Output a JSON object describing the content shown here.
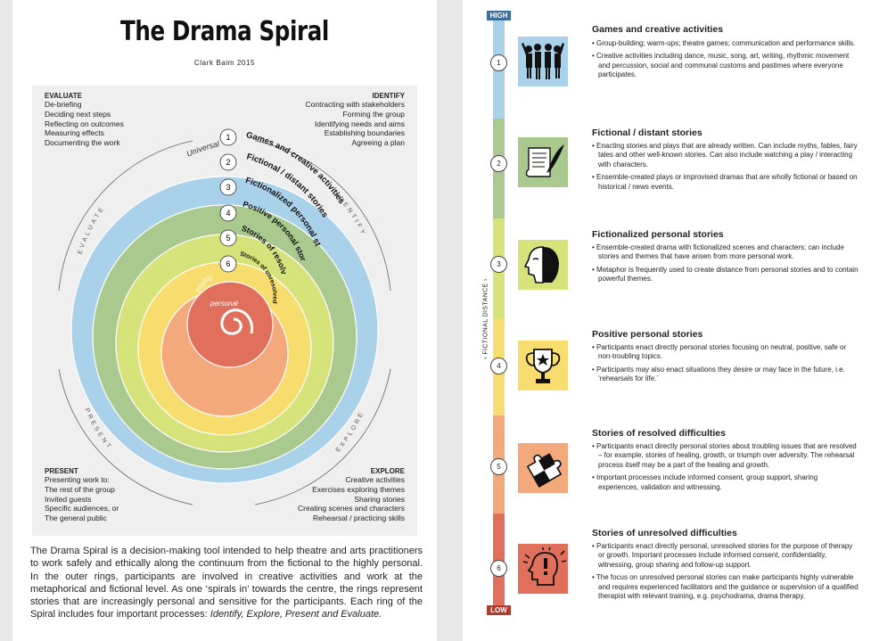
{
  "title": "The Drama Spiral",
  "author": "Clark Baim 2015",
  "processes": {
    "evaluate": {
      "heading": "EVALUATE",
      "items": [
        "De-briefing",
        "Deciding next steps",
        "Reflecting on outcomes",
        "Measuring effects",
        "Documenting the work"
      ]
    },
    "identify": {
      "heading": "IDENTIFY",
      "items": [
        "Contracting with stakeholders",
        "Forming the group",
        "Identifying needs and aims",
        "Establishing boundaries",
        "Agreeing a plan"
      ]
    },
    "present": {
      "heading": "PRESENT",
      "items": [
        "Presenting work to:",
        "The rest of the group",
        "Invited guests",
        "Specific audiences, or",
        "The general public"
      ]
    },
    "explore": {
      "heading": "EXPLORE",
      "items": [
        "Creative activities",
        "Exercises exploring themes",
        "Sharing stories",
        "Creating scenes and characters",
        "Rehearsal / practicing skills"
      ]
    }
  },
  "cycle_labels": {
    "evaluate": "EVALUATE",
    "identify": "IDENTIFY",
    "present": "PRESENT",
    "explore": "EXPLORE"
  },
  "spiral": {
    "outer_label": "Universal",
    "inner_label_1": "Highly",
    "inner_label_2": "personal",
    "rings": [
      {
        "num": "1",
        "label": "Games and creative activities",
        "color": "#a9d1ea"
      },
      {
        "num": "2",
        "label": "Fictional / distant stories",
        "color": "#a9c98e"
      },
      {
        "num": "3",
        "label": "Fictionalized personal stories",
        "color": "#d6e27a"
      },
      {
        "num": "4",
        "label": "Positive personal stories",
        "color": "#f7dd6e"
      },
      {
        "num": "5",
        "label": "Stories of resolved difficulties",
        "color": "#f3a97c"
      },
      {
        "num": "6",
        "label": "Stories of unresolved difficulties",
        "color": "#e0705c"
      }
    ]
  },
  "description": {
    "text": "The Drama Spiral is a decision-making tool intended to help theatre and arts practitioners to work safely and ethically along the continuum from the fictional to the highly personal. In the outer rings, participants are involved in creative activities and work at the metaphorical and fictional level. As one ‘spirals in’ towards the centre, the rings represent stories that are increasingly personal and sensitive for the participants. Each ring of the Spiral includes four important processes: ",
    "emphasis": "Identify, Explore, Present and Evaluate."
  },
  "scale": {
    "high": "HIGH",
    "low": "LOW",
    "axis_label": "‹  FICTIONAL DISTANCE  ›"
  },
  "stages": [
    {
      "num": "1",
      "title": "Games and creative activities",
      "color": "#a9d1ea",
      "icon": "people-group-icon",
      "bullets": [
        "• Group-building; warm-ups; theatre games; communication and performance skills.",
        "• Creative activities including dance, music, song, art, writing, rhythmic movement and percussion, social and communal customs and pastimes where everyone participates."
      ]
    },
    {
      "num": "2",
      "title": "Fictional / distant stories",
      "color": "#a9c98e",
      "icon": "scroll-quill-icon",
      "bullets": [
        "• Enacting stories and plays that are already written. Can include myths, fables, fairy tales and other well-known stories. Can also include watching a play / interacting with characters.",
        "• Ensemble-created plays or improvised dramas that are wholly fictional or based on historical / news events."
      ]
    },
    {
      "num": "3",
      "title": "Fictionalized personal stories",
      "color": "#d6e27a",
      "icon": "profile-mask-icon",
      "bullets": [
        "• Ensemble-created drama with fictionalized scenes and characters; can include stories and themes that have arisen from more personal work.",
        "• Metaphor is frequently used to create distance from personal stories and to contain powerful themes."
      ]
    },
    {
      "num": "4",
      "title": "Positive personal stories",
      "color": "#f7dd6e",
      "icon": "trophy-icon",
      "bullets": [
        "• Participants enact directly personal stories focusing on neutral, positive, safe or non-troubling topics.",
        "• Participants may also enact situations they desire or may face in the future, i.e. ‘rehearsals for life.’"
      ]
    },
    {
      "num": "5",
      "title": "Stories of resolved difficulties",
      "color": "#f3a97c",
      "icon": "puzzle-icon",
      "bullets": [
        "• Participants enact directly personal stories about troubling issues that are resolved – for example, stories of healing, growth, or triumph over adversity. The rehearsal process itself may be a part of the healing and growth.",
        "• Important processes include informed consent, group support, sharing experiences, validation and witnessing."
      ]
    },
    {
      "num": "6",
      "title": "Stories of unresolved difficulties",
      "color": "#e0705c",
      "icon": "distressed-head-icon",
      "bullets": [
        "• Participants enact directly personal, unresolved stories for the purpose of therapy or growth. Important processes include informed consent, confidentiality, witnessing, group sharing and follow-up support.",
        "• The focus on unresolved personal stories can make participants highly vulnerable and requires experienced facilitators and the guidance or supervision of a qualified therapist with relevant training, e.g. psychodrama, drama therapy."
      ]
    }
  ]
}
